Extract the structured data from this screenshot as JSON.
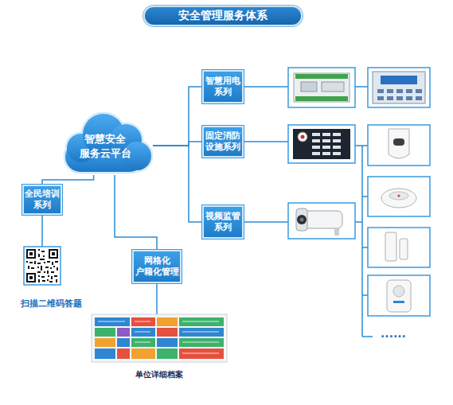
{
  "diagram": {
    "title": "安全管理服务体系",
    "nodes": [
      {
        "text": [
          "智慧安全 服务云平台"
        ]
      },
      {
        "text": [
          "智慧用电 系列"
        ]
      },
      {
        "text": [
          "固定消防 设施系列"
        ]
      },
      {
        "text": [
          "视频监管 系列"
        ]
      },
      {
        "text": [
          "全民培训 系列"
        ]
      },
      {
        "text": [
          "网格化 户籍化管理"
        ]
      }
    ],
    "edges": [
      {
        "from": 0,
        "to": 1,
        "arrow": "none"
      },
      {
        "from": 0,
        "to": 2,
        "arrow": "none"
      },
      {
        "from": 0,
        "to": 3,
        "arrow": "none"
      },
      {
        "from": 0,
        "to": 4,
        "arrow": "none"
      },
      {
        "from": 0,
        "to": 5,
        "arrow": "none"
      }
    ],
    "labels": [
      "扫描二维码答题",
      "单位详细档案",
      "......"
    ]
  }
}
